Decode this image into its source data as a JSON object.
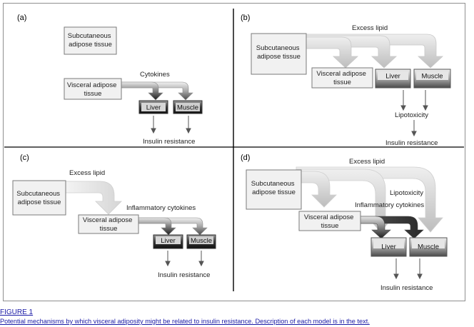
{
  "panels": {
    "a": {
      "label": "(a)",
      "subcutaneous": [
        "Subcutaneous",
        "adipose tissue"
      ],
      "visceral": [
        "Visceral adipose",
        "tissue"
      ],
      "cytokines": "Cytokines",
      "liver": "Liver",
      "muscle": "Muscle",
      "outcome": "Insulin resistance"
    },
    "b": {
      "label": "(b)",
      "excess_lipid": "Excess lipid",
      "subcutaneous": [
        "Subcutaneous",
        "adipose tissue"
      ],
      "visceral": [
        "Visceral adipose",
        "tissue"
      ],
      "liver": "Liver",
      "muscle": "Muscle",
      "lipotoxicity": "Lipotoxicity",
      "outcome": "Insulin resistance"
    },
    "c": {
      "label": "(c)",
      "excess_lipid": "Excess lipid",
      "subcutaneous": [
        "Subcutaneous",
        "adipose tissue"
      ],
      "inflammatory": "Inflammatory cytokines",
      "visceral": [
        "Visceral adipose",
        "tissue"
      ],
      "liver": "Liver",
      "muscle": "Muscle",
      "outcome": "Insulin resistance"
    },
    "d": {
      "label": "(d)",
      "excess_lipid": "Excess lipid",
      "subcutaneous": [
        "Subcutaneous",
        "adipose tissue"
      ],
      "lipotoxicity": "Lipotoxicity",
      "inflammatory": "Inflammatory cytokines",
      "visceral": [
        "Visceral adipose",
        "tissue"
      ],
      "liver": "Liver",
      "muscle": "Muscle",
      "outcome": "Insulin resistance"
    }
  },
  "caption": {
    "label": "FIGURE 1",
    "text": "Potential mechanisms by which visceral adiposity might be related to insulin resistance. Description of each model is in the text."
  }
}
